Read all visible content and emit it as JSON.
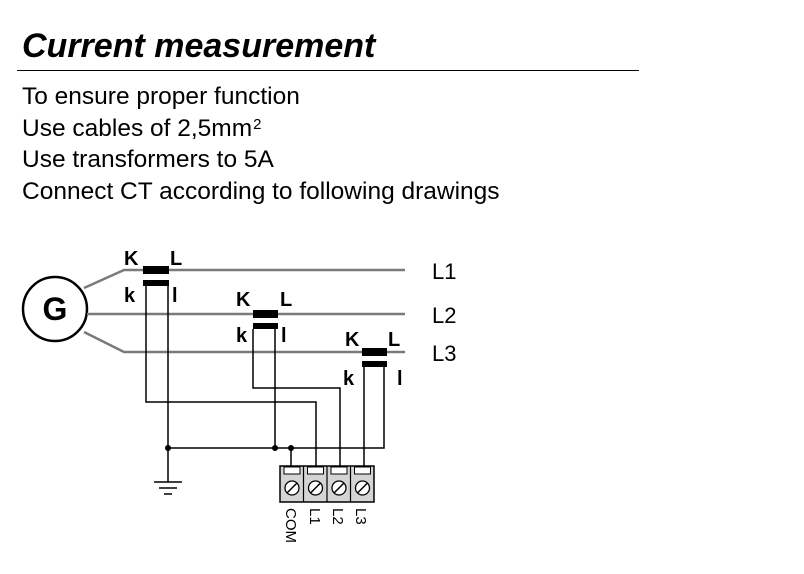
{
  "title": "Current measurement",
  "instructions": [
    {
      "text": "To ensure proper function",
      "sup": ""
    },
    {
      "text": "Use cables of 2,5mm",
      "sup": "2"
    },
    {
      "text": "Use transformers to 5A",
      "sup": ""
    },
    {
      "text": "Connect CT according to following drawings",
      "sup": ""
    }
  ],
  "diagram": {
    "generator_label": "G",
    "phase_labels": [
      "L1",
      "L2",
      "L3"
    ],
    "ct_labels": {
      "primary_start": "K",
      "primary_end": "L",
      "secondary_start": "k",
      "secondary_end": "l"
    },
    "terminal_labels": [
      "COM",
      "L1",
      "L2",
      "L3"
    ]
  },
  "colors": {
    "text": "#000000",
    "phase_line": "#7a7a7a",
    "terminal_block": "#c8c8c8"
  }
}
